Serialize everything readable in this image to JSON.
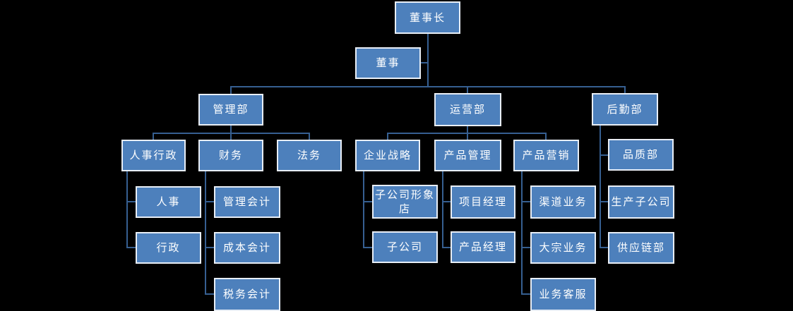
{
  "diagram": {
    "type": "org-chart",
    "background_color": "#000000",
    "node_fill_color": "#4d80bc",
    "node_border_color": "#e8eef6",
    "node_text_color": "#ffffff",
    "connector_color": "#365f91"
  },
  "hierarchy": {
    "label": "董事长",
    "assistant": "董事",
    "children": [
      {
        "label": "管理部",
        "children": [
          {
            "label": "人事行政",
            "children": [
              {
                "label": "人事"
              },
              {
                "label": "行政"
              }
            ]
          },
          {
            "label": "财务",
            "children": [
              {
                "label": "管理会计"
              },
              {
                "label": "成本会计"
              },
              {
                "label": "税务会计"
              }
            ]
          },
          {
            "label": "法务",
            "children": []
          }
        ]
      },
      {
        "label": "运营部",
        "children": [
          {
            "label": "企业战略",
            "children": [
              {
                "label": "子公司形象店"
              },
              {
                "label": "子公司"
              }
            ]
          },
          {
            "label": "产品管理",
            "children": [
              {
                "label": "项目经理"
              },
              {
                "label": "产品经理"
              }
            ]
          },
          {
            "label": "产品营销",
            "children": [
              {
                "label": "渠道业务"
              },
              {
                "label": "大宗业务"
              },
              {
                "label": "业务客服"
              }
            ]
          }
        ]
      },
      {
        "label": "后勤部",
        "children": [
          {
            "label": "品质部"
          },
          {
            "label": "生产子公司"
          },
          {
            "label": "供应链部"
          }
        ]
      }
    ]
  }
}
